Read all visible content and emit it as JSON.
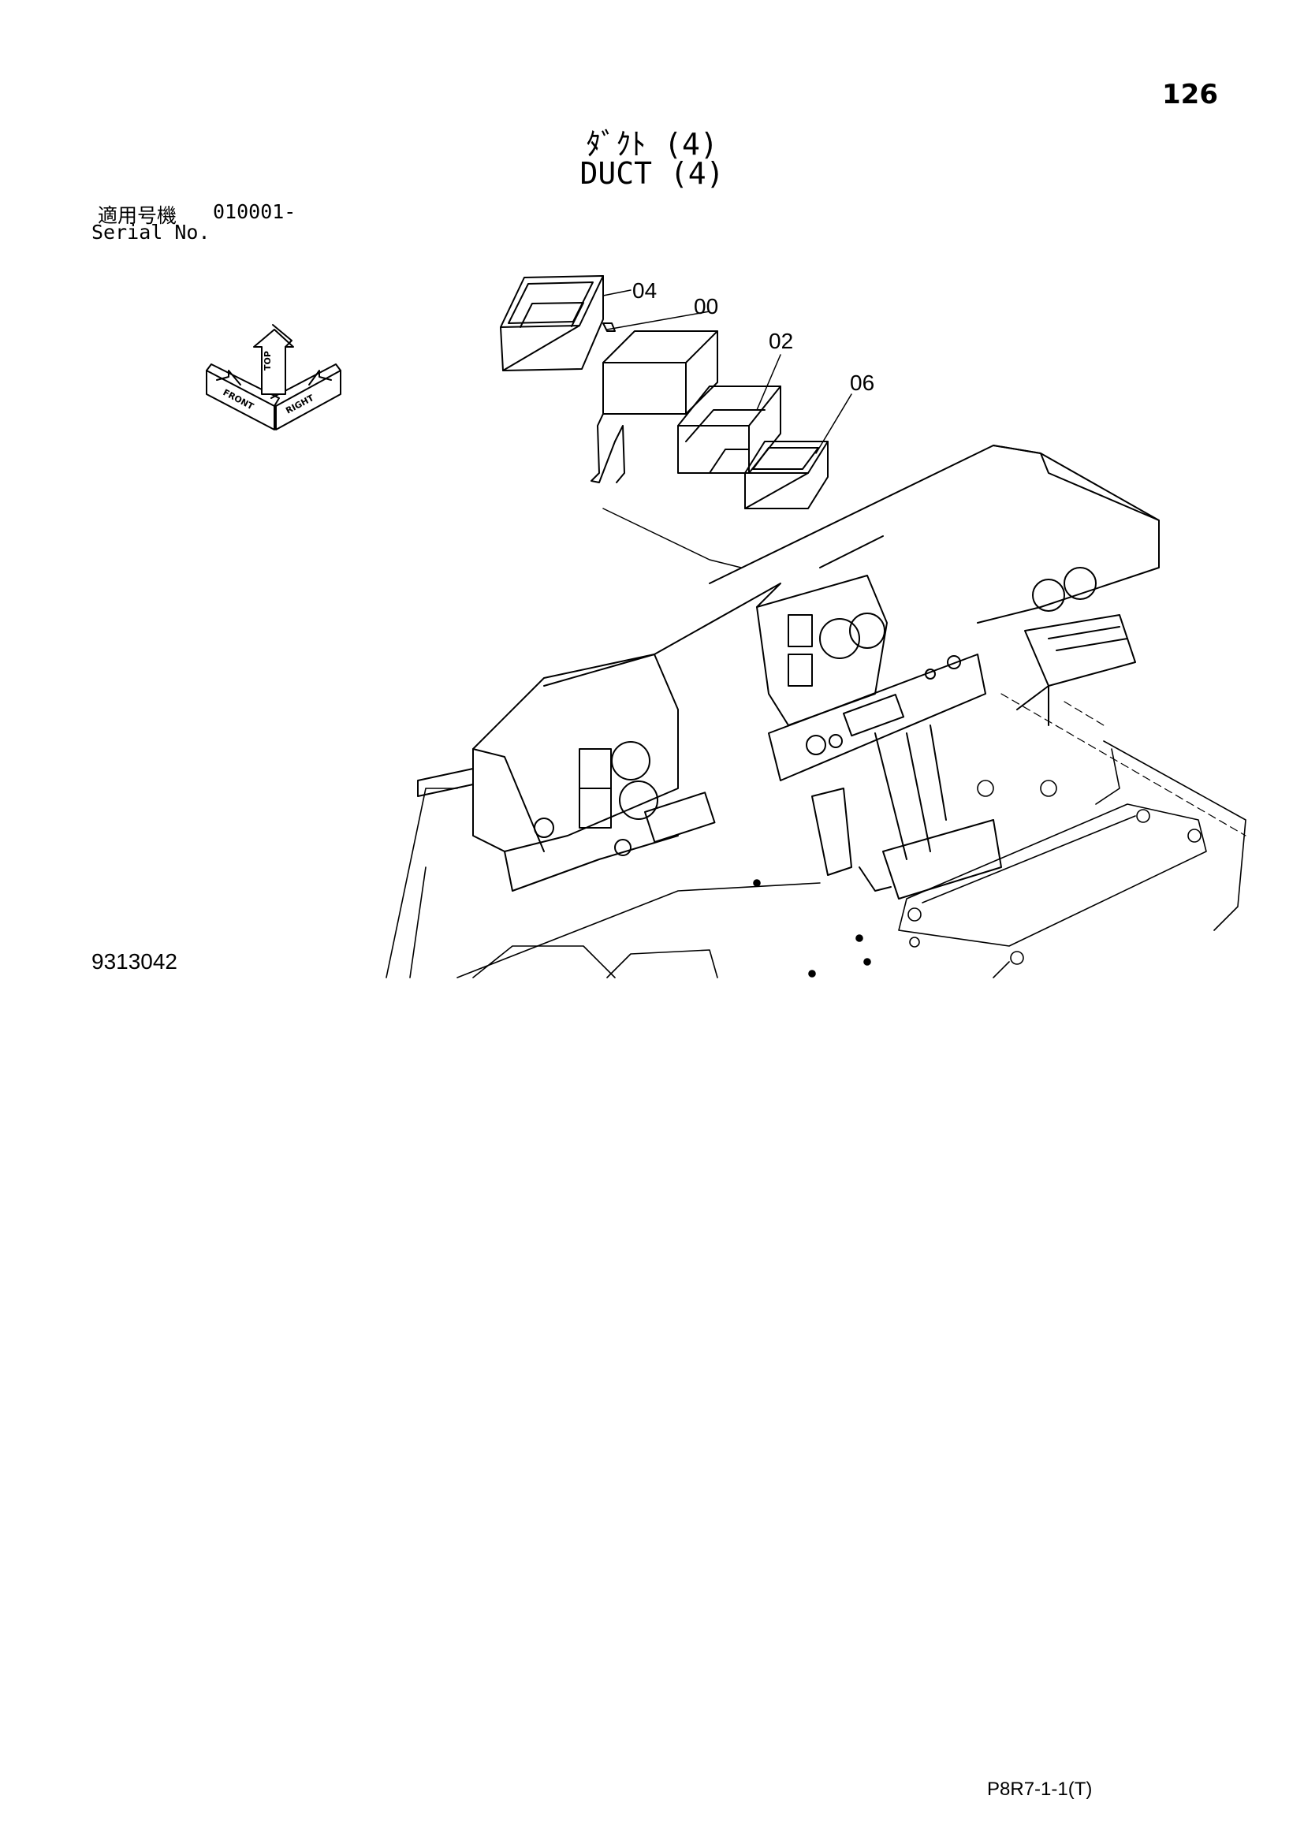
{
  "header": {
    "page_number": "126",
    "title_jp": "ﾀﾞｸﾄ (4)",
    "title_en": "DUCT (4)"
  },
  "serial": {
    "label_jp": "適用号機",
    "value": "010001-",
    "label_en": "Serial No."
  },
  "orientation": {
    "top": "TOP",
    "front": "FRONT",
    "right": "RIGHT"
  },
  "callouts": [
    "04",
    "00",
    "02",
    "06"
  ],
  "figure_number": "9313042",
  "page_ref": "P8R7-1-1(T)"
}
